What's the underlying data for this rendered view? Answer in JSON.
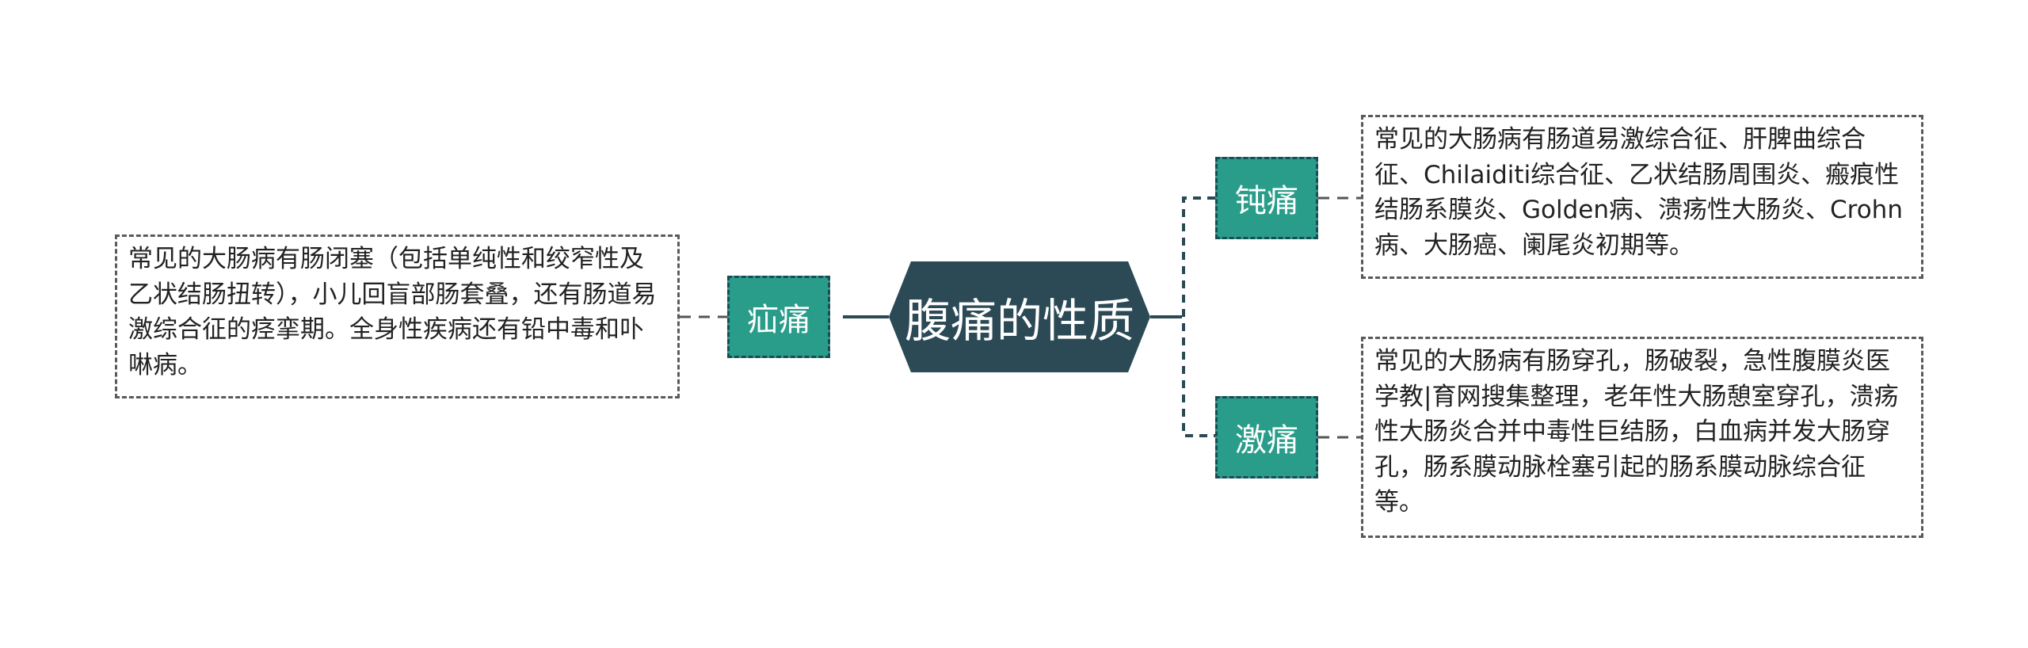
{
  "colors": {
    "root_fill": "#2b4a56",
    "node_fill": "#2a9d8a",
    "node_border": "#1e4a55",
    "connector": "#2b4a56",
    "text_box_border": "#5a5a5a",
    "text": "#222222"
  },
  "root": {
    "label": "腹痛的性质"
  },
  "branches": [
    {
      "id": "colic",
      "label": "疝痛",
      "text": "常见的大肠病有肠闭塞（包括单纯性和绞窄性及乙状结肠扭转），小儿回盲部肠套叠，还有肠道易激综合征的痉挛期。全身性疾病还有铅中毒和卟啉病。"
    },
    {
      "id": "dull",
      "label": "钝痛",
      "text": "常见的大肠病有肠道易激综合征、肝脾曲综合征、Chilaiditi综合征、乙状结肠周围炎、瘢痕性结肠系膜炎、Golden病、溃疡性大肠炎、Crohn病、大肠癌、阑尾炎初期等。"
    },
    {
      "id": "severe",
      "label": "激痛",
      "text": "常见的大肠病有肠穿孔，肠破裂，急性腹膜炎医学教|育网搜集整理，老年性大肠憩室穿孔，溃疡性大肠炎合并中毒性巨结肠，白血病并发大肠穿孔，肠系膜动脉栓塞引起的肠系膜动脉综合征等。"
    }
  ]
}
